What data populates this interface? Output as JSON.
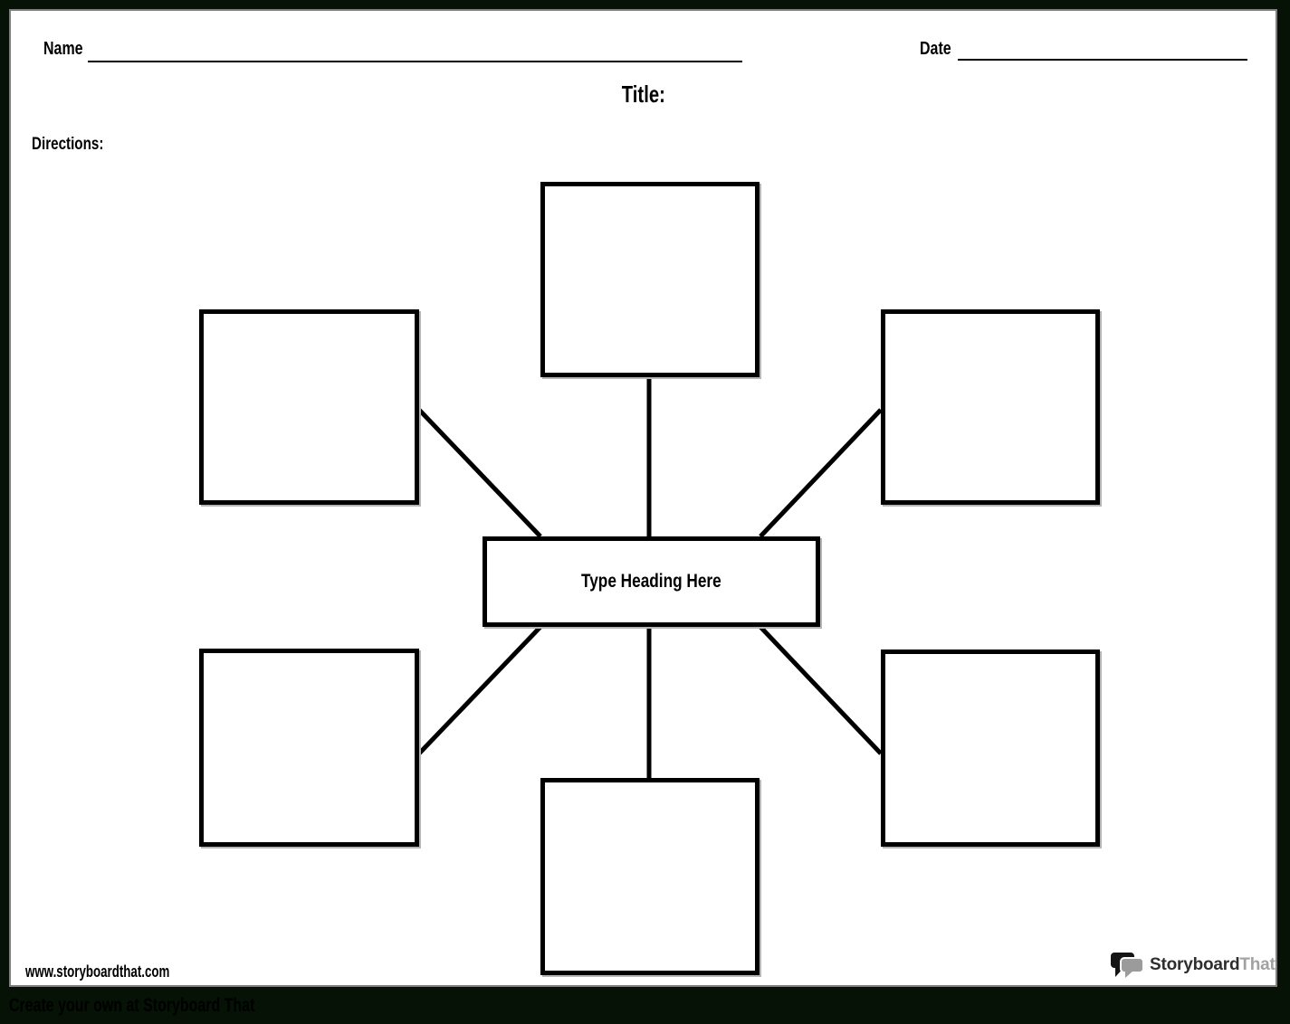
{
  "colors": {
    "background": "#051205",
    "paper": "#ffffff",
    "ink": "#000000",
    "page_edge": "#7f7f7f",
    "logo_dark": "#2e2e2e",
    "logo_gray": "#a2a2a2"
  },
  "header": {
    "name_label": "Name",
    "name_value": "",
    "date_label": "Date",
    "date_value": "",
    "title_label": "Title:",
    "directions_label": "Directions:"
  },
  "diagram": {
    "type": "spider-map",
    "center_heading": "Type Heading Here",
    "boxes": [
      {
        "id": "top",
        "value": ""
      },
      {
        "id": "top-left",
        "value": ""
      },
      {
        "id": "top-right",
        "value": ""
      },
      {
        "id": "bottom-left",
        "value": ""
      },
      {
        "id": "bottom-right",
        "value": ""
      },
      {
        "id": "bottom",
        "value": ""
      }
    ]
  },
  "footer": {
    "website": "www.storyboardthat.com",
    "logo": {
      "icon": "speech-bubbles-icon",
      "text_primary": "Storyboard",
      "text_secondary": "That"
    },
    "tagline": "Create your own at Storyboard That"
  }
}
